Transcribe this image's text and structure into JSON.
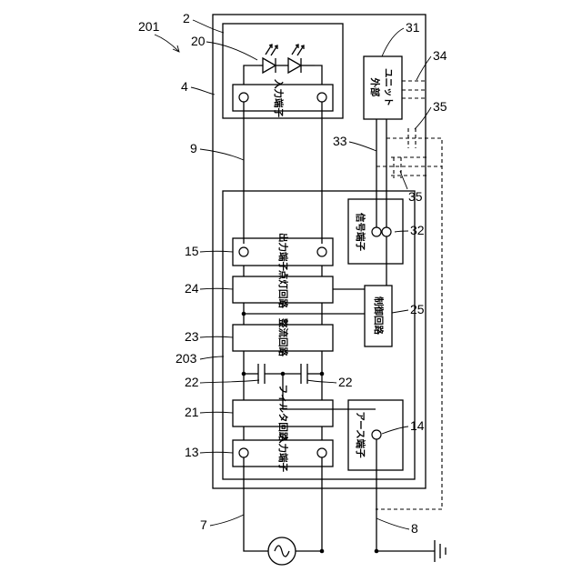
{
  "refs": {
    "r201": "201",
    "r2": "2",
    "r20": "20",
    "r4": "4",
    "r9": "9",
    "r15": "15",
    "r24": "24",
    "r23": "23",
    "r203": "203",
    "r22a": "22",
    "r22b": "22",
    "r21": "21",
    "r13": "13",
    "r7": "7",
    "r8": "8",
    "r31": "31",
    "r34": "34",
    "r35a": "35",
    "r33": "33",
    "r35b": "35",
    "r32": "32",
    "r25": "25",
    "r14": "14"
  },
  "labels": {
    "input_terminal_top": "入力端子",
    "external_unit_1": "外部",
    "external_unit_2": "ユニット",
    "signal_terminal": "信号端子",
    "output_terminal": "出力端子",
    "lighting_circuit": "点灯回路",
    "control_circuit": "制御回路",
    "rectifier_circuit": "整流回路",
    "filter_circuit": "フィルタ回路",
    "earth_terminal": "アース端子",
    "input_terminal_bottom": "入力端子"
  }
}
